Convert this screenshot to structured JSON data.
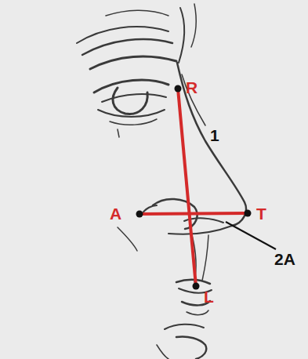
{
  "diagram": {
    "labels": [
      "R",
      "1",
      "A",
      "T",
      "2A",
      "L"
    ]
  }
}
